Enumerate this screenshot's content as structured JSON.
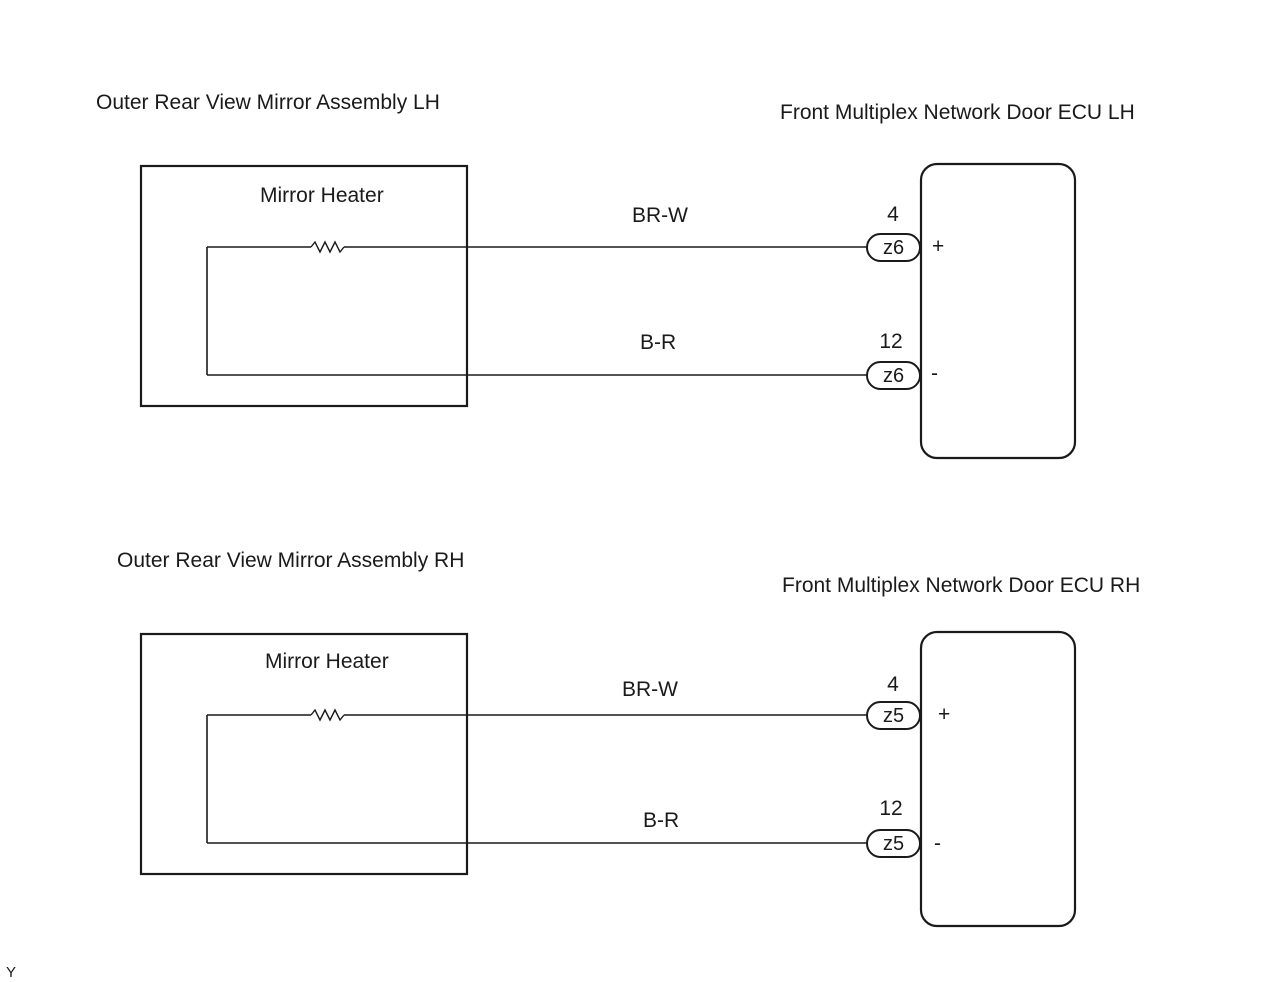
{
  "diagrams": [
    {
      "mirror_title": "Outer Rear View Mirror Assembly LH",
      "heater_label": "Mirror Heater",
      "ecu_title": "Front Multiplex Network Door ECU LH",
      "wires": [
        {
          "color": "BR-W",
          "pin": "4",
          "connector": "z6",
          "polarity": "+"
        },
        {
          "color": "B-R",
          "pin": "12",
          "connector": "z6",
          "polarity": "-"
        }
      ]
    },
    {
      "mirror_title": "Outer Rear View Mirror Assembly RH",
      "heater_label": "Mirror Heater",
      "ecu_title": "Front Multiplex Network Door ECU RH",
      "wires": [
        {
          "color": "BR-W",
          "pin": "4",
          "connector": "z5",
          "polarity": "+"
        },
        {
          "color": "B-R",
          "pin": "12",
          "connector": "z5",
          "polarity": "-"
        }
      ]
    }
  ],
  "corner_mark": "Y"
}
